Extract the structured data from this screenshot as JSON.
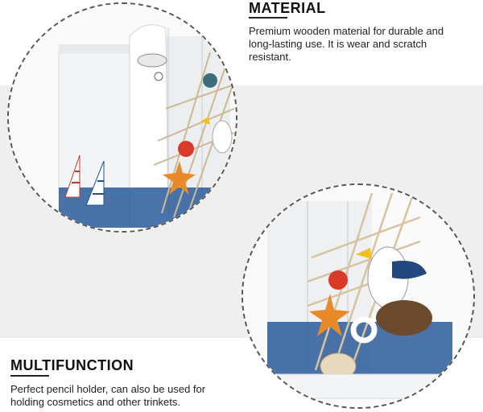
{
  "sections": {
    "material": {
      "title": "MATERIAL",
      "description": "Premium wooden material for durable and long-lasting use. It is wear and scratch resistant."
    },
    "multifunction": {
      "title": "MULTIFUNCTION",
      "description": "Perfect pencil holder, can also be used for holding cosmetics and other trinkets."
    }
  },
  "colors": {
    "background": "#ffffff",
    "band": "#efefef",
    "wood_white": "#f4f5f7",
    "sea_blue": "#1f4f8f",
    "net_beige": "#d9c6a3",
    "starfish_orange": "#e98a2a"
  }
}
